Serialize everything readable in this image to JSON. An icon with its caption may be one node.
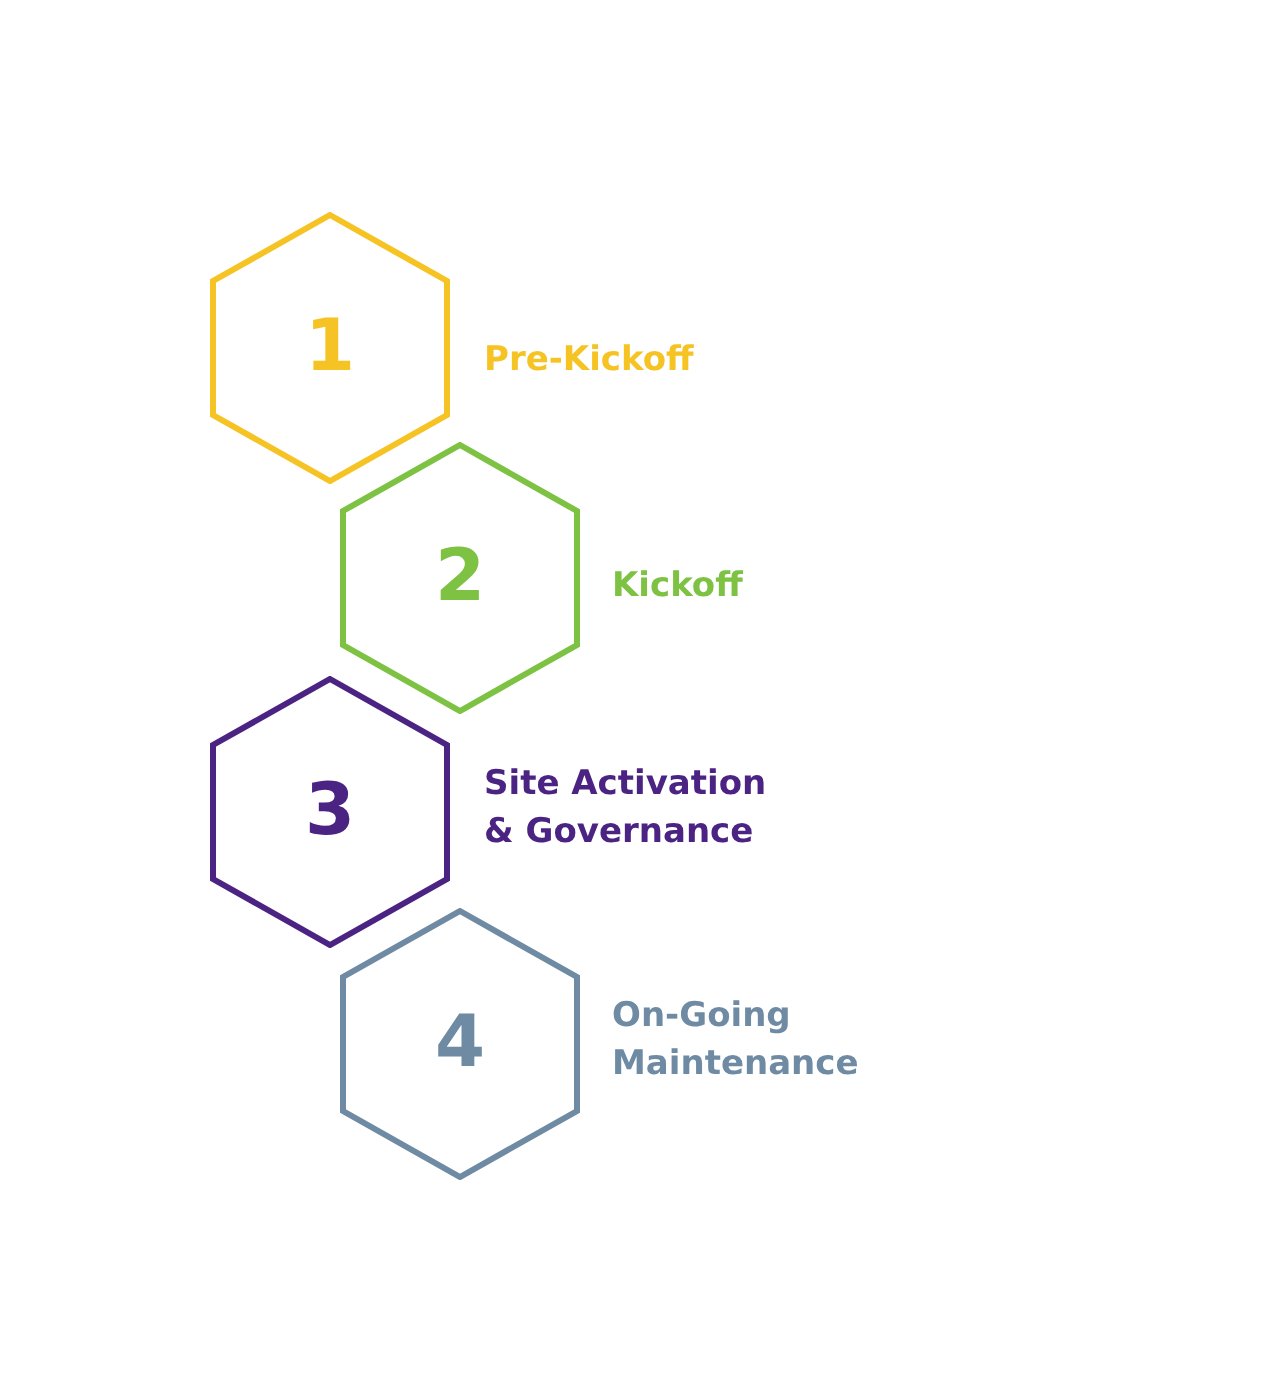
{
  "diagram": {
    "nodes": [
      {
        "text": [
          "1"
        ],
        "beside": [
          "Pre-Kickoff"
        ]
      },
      {
        "text": [
          "2"
        ],
        "beside": [
          "Kickoff"
        ]
      },
      {
        "text": [
          "3"
        ],
        "beside": [
          "Site Activation & Governance"
        ]
      },
      {
        "text": [
          "4"
        ],
        "beside": [
          "On-Going Maintenance"
        ]
      }
    ]
  }
}
